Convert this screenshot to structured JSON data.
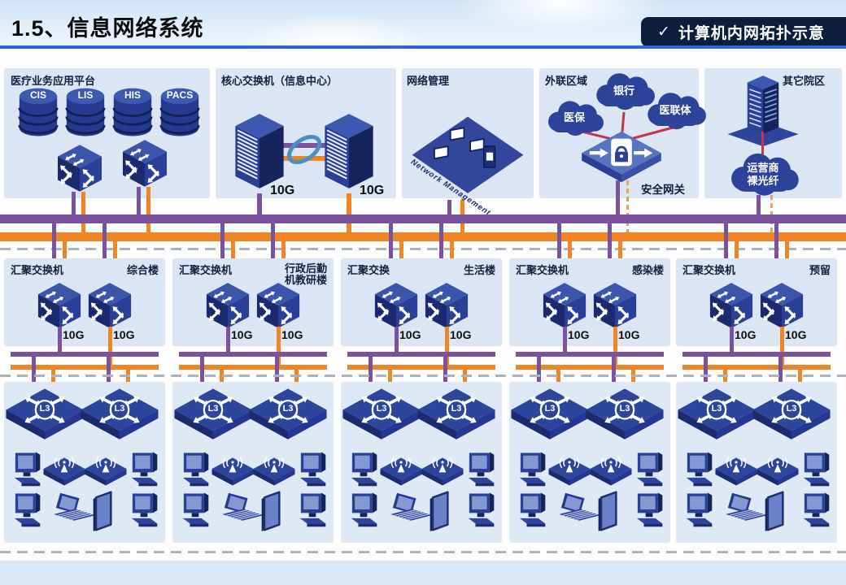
{
  "header": {
    "title": "1.5、信息网络系统",
    "badge_check": "✓",
    "badge_text": "计算机内网拓扑示意"
  },
  "top": {
    "platform": {
      "label": "医疗业务应用平台",
      "databases": [
        "CIS",
        "LIS",
        "HIS",
        "PACS"
      ]
    },
    "core": {
      "label": "核心交换机（信息中心）",
      "speed_left": "10G",
      "speed_right": "10G"
    },
    "netmgmt": {
      "label": "网络管理",
      "board_text": "Network Management"
    },
    "external": {
      "label": "外联区域",
      "cloud_yibao": "医保",
      "cloud_bank": "银行",
      "cloud_yilianti": "医联体",
      "gateway": "安全网关"
    },
    "campus": {
      "label": "其它院区",
      "cloud_line1": "运营商",
      "cloud_line2": "裸光纤"
    }
  },
  "sections": [
    {
      "agg": "汇聚交换机",
      "bld1": "综合楼",
      "bld2": "",
      "s1": "10G",
      "s2": "10G"
    },
    {
      "agg": "汇聚交换机",
      "bld1": "行政后勤",
      "bld2": "机教研楼",
      "s1": "10G",
      "s2": "10G"
    },
    {
      "agg": "汇聚交换",
      "bld1": "生活楼",
      "bld2": "",
      "s1": "10G",
      "s2": "10G"
    },
    {
      "agg": "汇聚交换机",
      "bld1": "感染楼",
      "bld2": "",
      "s1": "10G",
      "s2": "10G"
    },
    {
      "agg": "汇聚交换机",
      "bld1": "预留",
      "bld2": "",
      "s1": "10G",
      "s2": "10G"
    }
  ],
  "icons": {
    "l3": "L3"
  },
  "colors": {
    "purple": "#7a529e",
    "orange": "#ee8625",
    "navy": "#2a3f98",
    "red": "#c4344b",
    "panel": "#dbe5f3",
    "badge_bg": "#0d1e3c"
  }
}
